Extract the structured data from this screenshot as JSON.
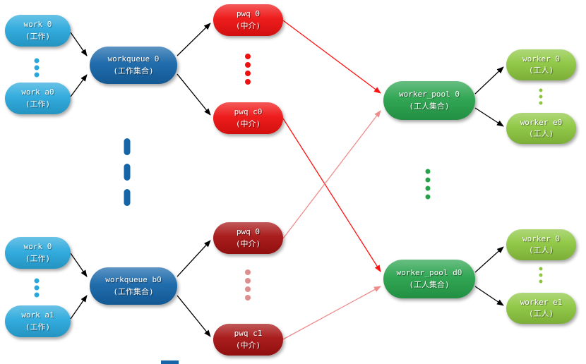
{
  "diagram": {
    "nodes": {
      "work0Top": {
        "label": "work 0",
        "sub": "(工作)"
      },
      "workA0": {
        "label": "work a0",
        "sub": "(工作)"
      },
      "workqueue0": {
        "label": "workqueue 0",
        "sub": "(工作集合)"
      },
      "pwq0Top": {
        "label": "pwq 0",
        "sub": "(中介)"
      },
      "pwqC0": {
        "label": "pwq c0",
        "sub": "(中介)"
      },
      "work0Bottom": {
        "label": "work 0",
        "sub": "(工作)"
      },
      "workA1": {
        "label": "work a1",
        "sub": "(工作)"
      },
      "workqueueB0": {
        "label": "workqueue b0",
        "sub": "(工作集合)"
      },
      "pwq0Bottom": {
        "label": "pwq 0",
        "sub": "(中介)"
      },
      "pwqC1": {
        "label": "pwq c1",
        "sub": "(中介)"
      },
      "workerPool0": {
        "label": "worker_pool 0",
        "sub": "(工人集合)"
      },
      "workerPoolD0": {
        "label": "worker_pool d0",
        "sub": "(工人集合)"
      },
      "worker0Top": {
        "label": "worker 0",
        "sub": "(工人)"
      },
      "workerE0": {
        "label": "worker e0",
        "sub": "(工人)"
      },
      "worker0Bottom": {
        "label": "worker 0",
        "sub": "(工人)"
      },
      "workerE1": {
        "label": "worker e1",
        "sub": "(工人)"
      }
    },
    "colors": {
      "work": "#29A8DC",
      "workqueue": "#1565A8",
      "pwq_top": "#EE1111",
      "pwq_bottom": "#A51111",
      "worker_pool": "#27A24B",
      "worker": "#8CC63F",
      "edge_black": "#000000",
      "edge_red": "#FF1111",
      "edge_light_red": "#EE8C8C"
    }
  }
}
